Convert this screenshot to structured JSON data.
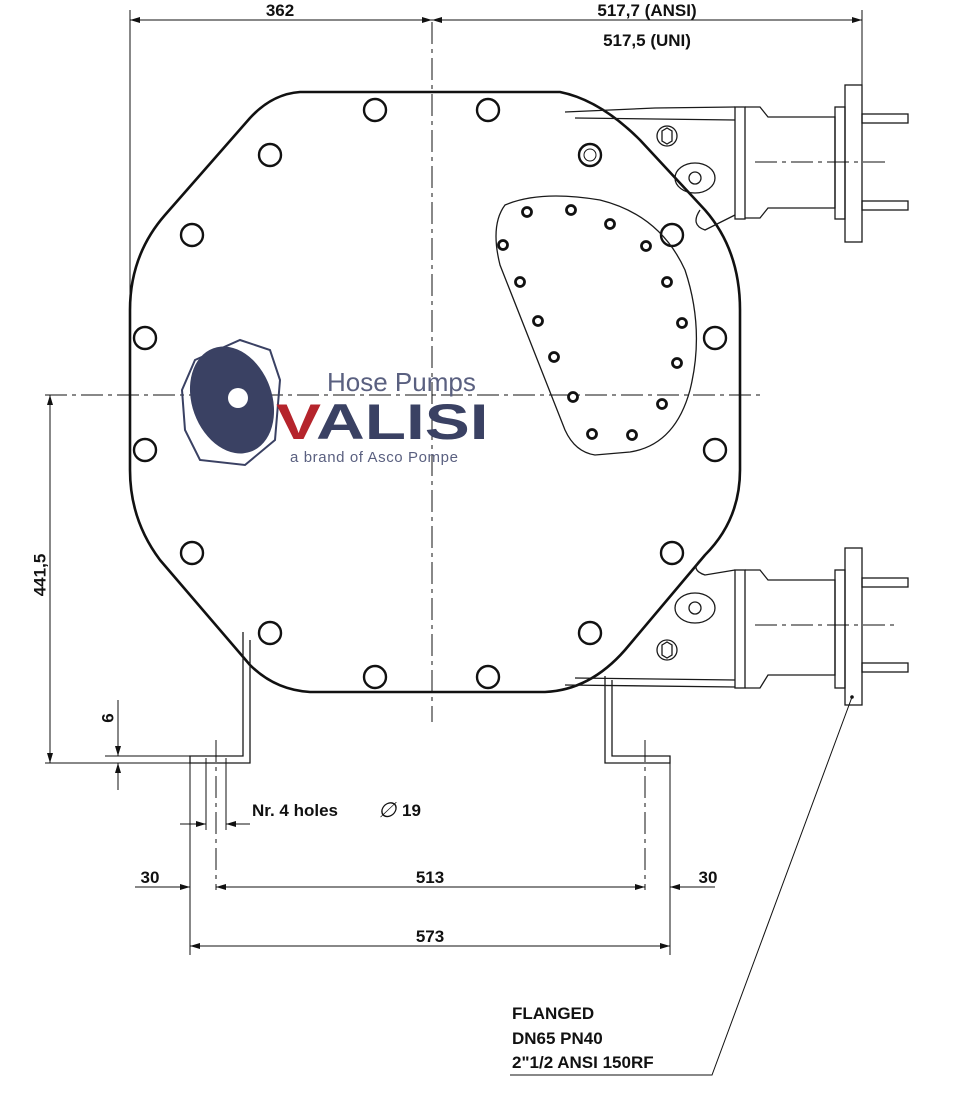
{
  "title": "Valisi hose pump dimensional drawing",
  "dimensions": {
    "top_left": "362",
    "top_right_ansi": "517,7 (ANSI)",
    "top_right_uni": "517,5 (UNI)",
    "height": "441,5",
    "foot_thickness": "6",
    "holes_label": "Nr. 4 holes",
    "hole_diameter_symbol": "∅",
    "hole_diameter": "19",
    "edge_left": "30",
    "holes_spacing": "513",
    "edge_right": "30",
    "overall_width": "573"
  },
  "connection_note": {
    "line1": "FLANGED",
    "line2": "DN65 PN40",
    "line3": "2\"1/2 ANSI 150RF"
  },
  "logo": {
    "tagline": "Hose Pumps",
    "brand": "VALISI",
    "subline": "a brand of Asco Pompe",
    "colors": {
      "navy": "#3a4163",
      "red": "#b5242c"
    }
  }
}
